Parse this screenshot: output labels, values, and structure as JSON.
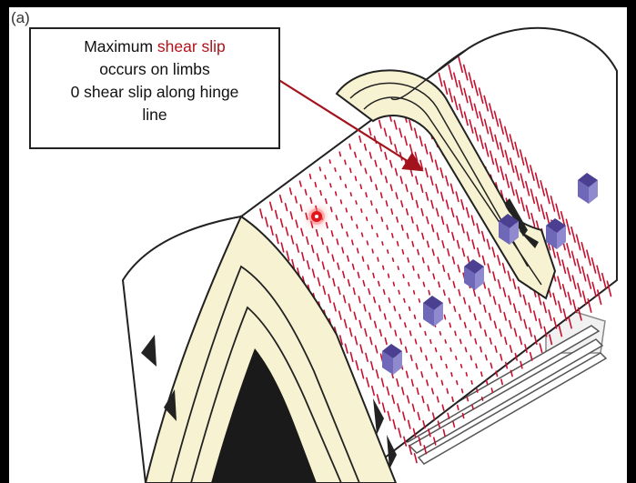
{
  "figure": {
    "panel_label": "(a)",
    "callout": {
      "line1_prefix": "Maximum ",
      "line1_highlight": "shear slip",
      "line2": "occurs on limbs",
      "line3": "0 shear slip along hinge",
      "line4": "line"
    }
  },
  "colors": {
    "layer_fill": "#f7f3d2",
    "shear_marks": "#c8102e",
    "arrow": "#a3131d",
    "block_top": "#4a3f91",
    "block_side": "#8f8ad0",
    "core": "#1a1a1a"
  }
}
